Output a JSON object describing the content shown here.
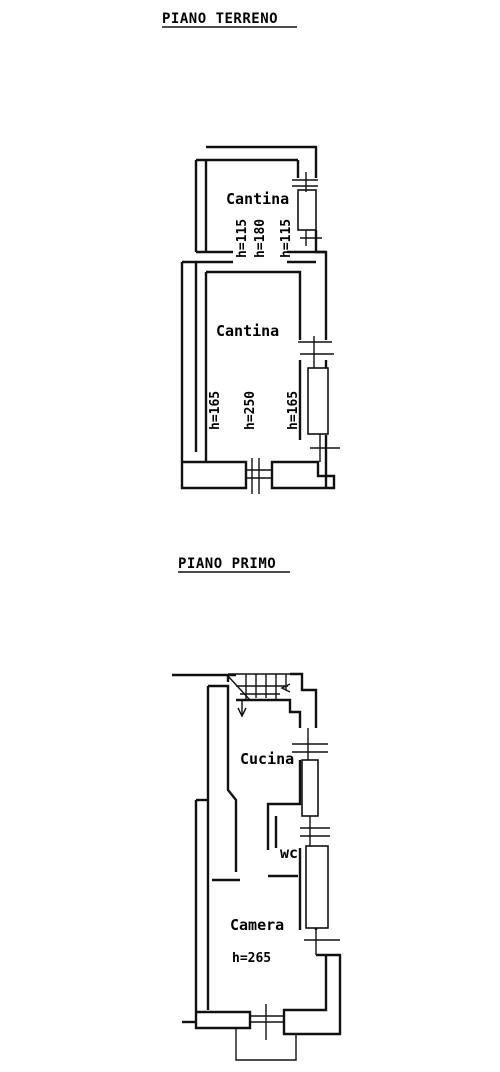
{
  "ground_floor": {
    "title": "PIANO TERRENO",
    "rooms": [
      {
        "name": "Cantina",
        "heights": [
          "h=115",
          "h=180",
          "h=115"
        ]
      },
      {
        "name": "Cantina",
        "heights": [
          "h=165",
          "h=250",
          "h=165"
        ]
      }
    ]
  },
  "first_floor": {
    "title": "PIANO PRIMO",
    "rooms": [
      {
        "name": "Cucina"
      },
      {
        "name": "wc"
      },
      {
        "name": "Camera",
        "height": "h=265"
      }
    ]
  }
}
